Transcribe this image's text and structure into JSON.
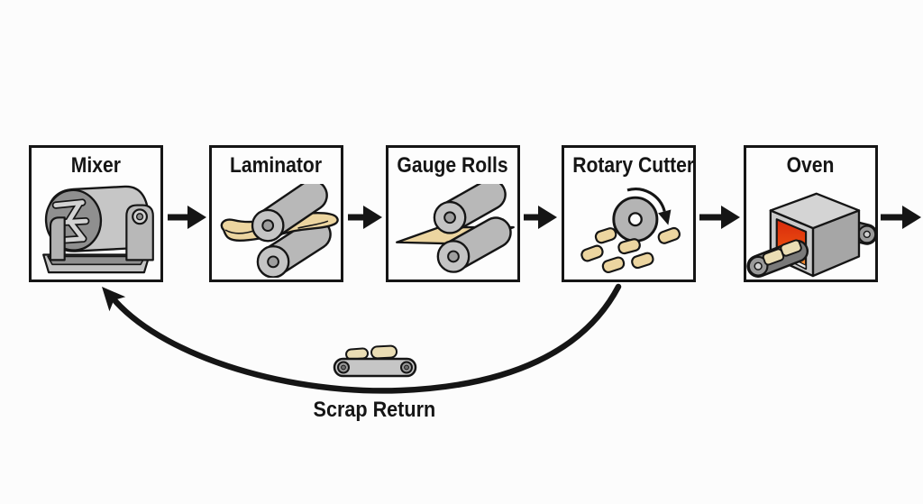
{
  "diagram": {
    "type": "process-flow",
    "stages": [
      {
        "id": "mixer",
        "label": "Mixer",
        "icon": "mixer-icon"
      },
      {
        "id": "laminator",
        "label": "Laminator",
        "icon": "laminator-icon"
      },
      {
        "id": "gauge-rolls",
        "label": "Gauge Rolls",
        "icon": "gauge-rolls-icon"
      },
      {
        "id": "rotary-cutter",
        "label": "Rotary Cutter",
        "icon": "rotary-cutter-icon"
      },
      {
        "id": "oven",
        "label": "Oven",
        "icon": "oven-icon"
      }
    ],
    "flow_arrows": [
      {
        "from": "Mixer",
        "to": "Laminator"
      },
      {
        "from": "Laminator",
        "to": "Gauge Rolls"
      },
      {
        "from": "Gauge Rolls",
        "to": "Rotary Cutter"
      },
      {
        "from": "Rotary Cutter",
        "to": "Oven"
      },
      {
        "from": "Oven",
        "to": "exit-right"
      }
    ],
    "return_path": {
      "label": "Scrap Return",
      "from": "Rotary Cutter",
      "to": "Mixer",
      "icon": "scrap-conveyor-icon"
    },
    "colors": {
      "background": "#fcfcfc",
      "outline": "#151515",
      "box_fill": "#fdfdfd",
      "machine_gray": "#b8b8b8",
      "machine_gray_light": "#d2d2d2",
      "machine_gray_dark": "#8f8f8f",
      "belt_gray": "#7a7a7a",
      "dough_tan": "#ecd5a0",
      "cracker_cream": "#eaddb4",
      "oven_glow_top": "#d92b0c",
      "oven_glow_bottom": "#f7a33c"
    }
  }
}
